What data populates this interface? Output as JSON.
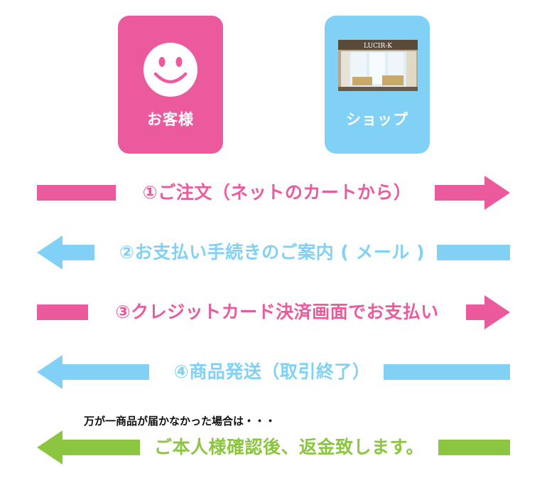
{
  "colors": {
    "pink": "#ec5a9e",
    "blue": "#80d1f5",
    "green": "#8cc53f",
    "white": "#ffffff"
  },
  "cards": {
    "customer": {
      "label": "お客様",
      "icon": "smiley-face-icon"
    },
    "shop": {
      "label": "ショップ",
      "icon": "shop-storefront-photo",
      "sign_text": "LUCIR-K"
    }
  },
  "steps": [
    {
      "label": "①ご注文（ネットのカートから）",
      "direction": "right",
      "color": "pink"
    },
    {
      "label": "②お支払い手続きのご案内 ( メール )",
      "direction": "left",
      "color": "blue"
    },
    {
      "label": "③クレジットカード決済画面でお支払い",
      "direction": "right",
      "color": "pink"
    },
    {
      "label": "④商品発送（取引終了）",
      "direction": "left",
      "color": "blue"
    }
  ],
  "refund": {
    "note": "万が一商品が届かなかった場合は・・・",
    "label": "ご本人様確認後、返金致します。",
    "direction": "left",
    "color": "green"
  }
}
